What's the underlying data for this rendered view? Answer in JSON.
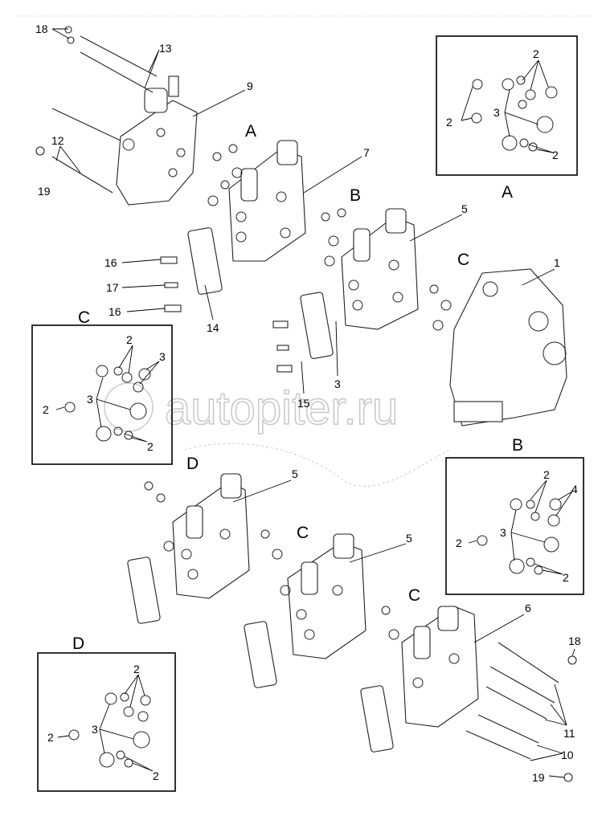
{
  "watermark": "autopiter.ru",
  "callouts": {
    "c18a": "18",
    "c13": "13",
    "c9": "9",
    "c12": "12",
    "c19a": "19",
    "c7": "7",
    "c5a": "5",
    "c1": "1",
    "c16a": "16",
    "c17": "17",
    "c16b": "16",
    "c14": "14",
    "c3": "3",
    "c15": "15",
    "c5b": "5",
    "c5c": "5",
    "c6": "6",
    "c18b": "18",
    "c11": "11",
    "c10": "10",
    "c19b": "19"
  },
  "section_letters": {
    "a_main": "A",
    "b_main": "B",
    "c_main": "C",
    "d_main": "D",
    "c_mid": "C",
    "c_low": "C"
  },
  "insets": {
    "A": {
      "title": "A",
      "labels": [
        "2",
        "2",
        "3",
        "2"
      ]
    },
    "B": {
      "title": "B",
      "labels": [
        "2",
        "4",
        "2",
        "3",
        "2"
      ]
    },
    "C": {
      "title": "C",
      "labels": [
        "2",
        "3",
        "2",
        "3",
        "2"
      ]
    },
    "D": {
      "title": "D",
      "labels": [
        "2",
        "2",
        "3",
        "2"
      ]
    }
  }
}
